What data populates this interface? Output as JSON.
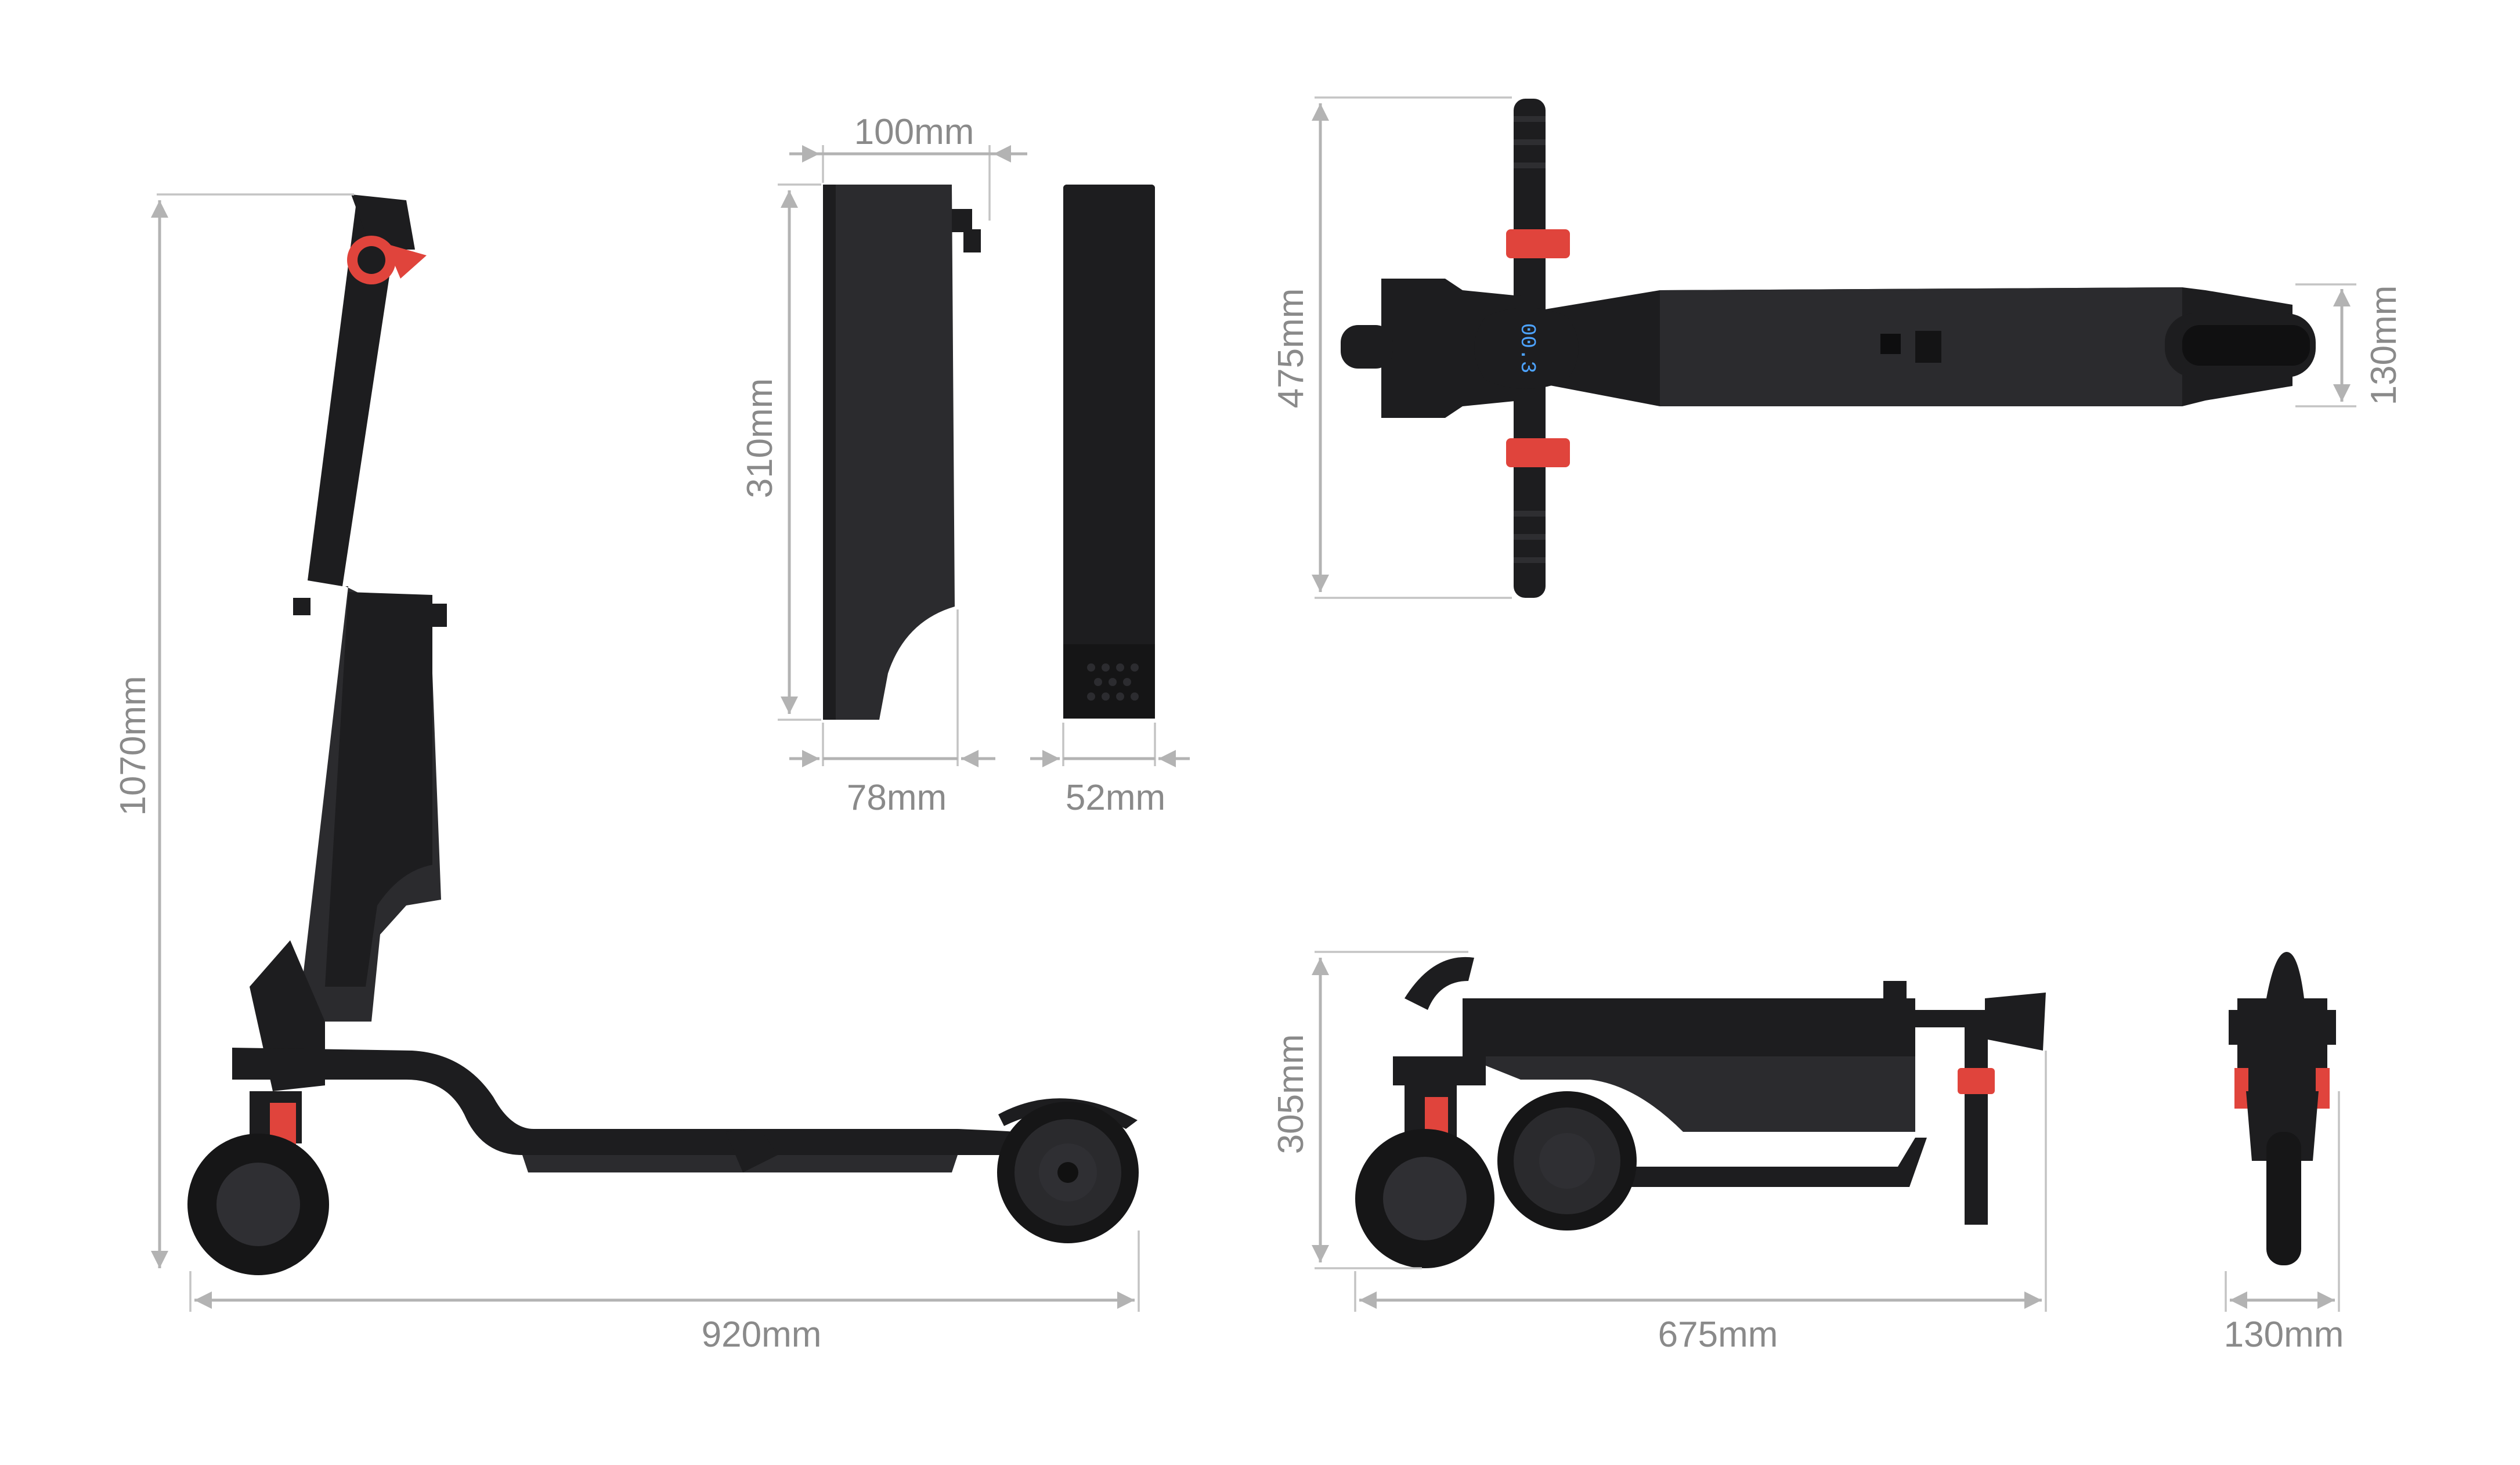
{
  "colors": {
    "background": "#ffffff",
    "dimension_line": "#b3b3b3",
    "dimension_text": "#8a8a8a",
    "scooter_body": "#1d1d1f",
    "accent": "#e0443c"
  },
  "dimensions": {
    "unfolded_height": "1070mm",
    "unfolded_length": "920mm",
    "battery_height": "310mm",
    "battery_top_width": "100mm",
    "battery_side_depth": "78mm",
    "battery_front_width": "52mm",
    "handlebar_width": "475mm",
    "deck_width": "130mm",
    "folded_height": "305mm",
    "folded_length": "675mm",
    "folded_width": "130mm"
  },
  "display": {
    "speed_readout": "00.3"
  }
}
